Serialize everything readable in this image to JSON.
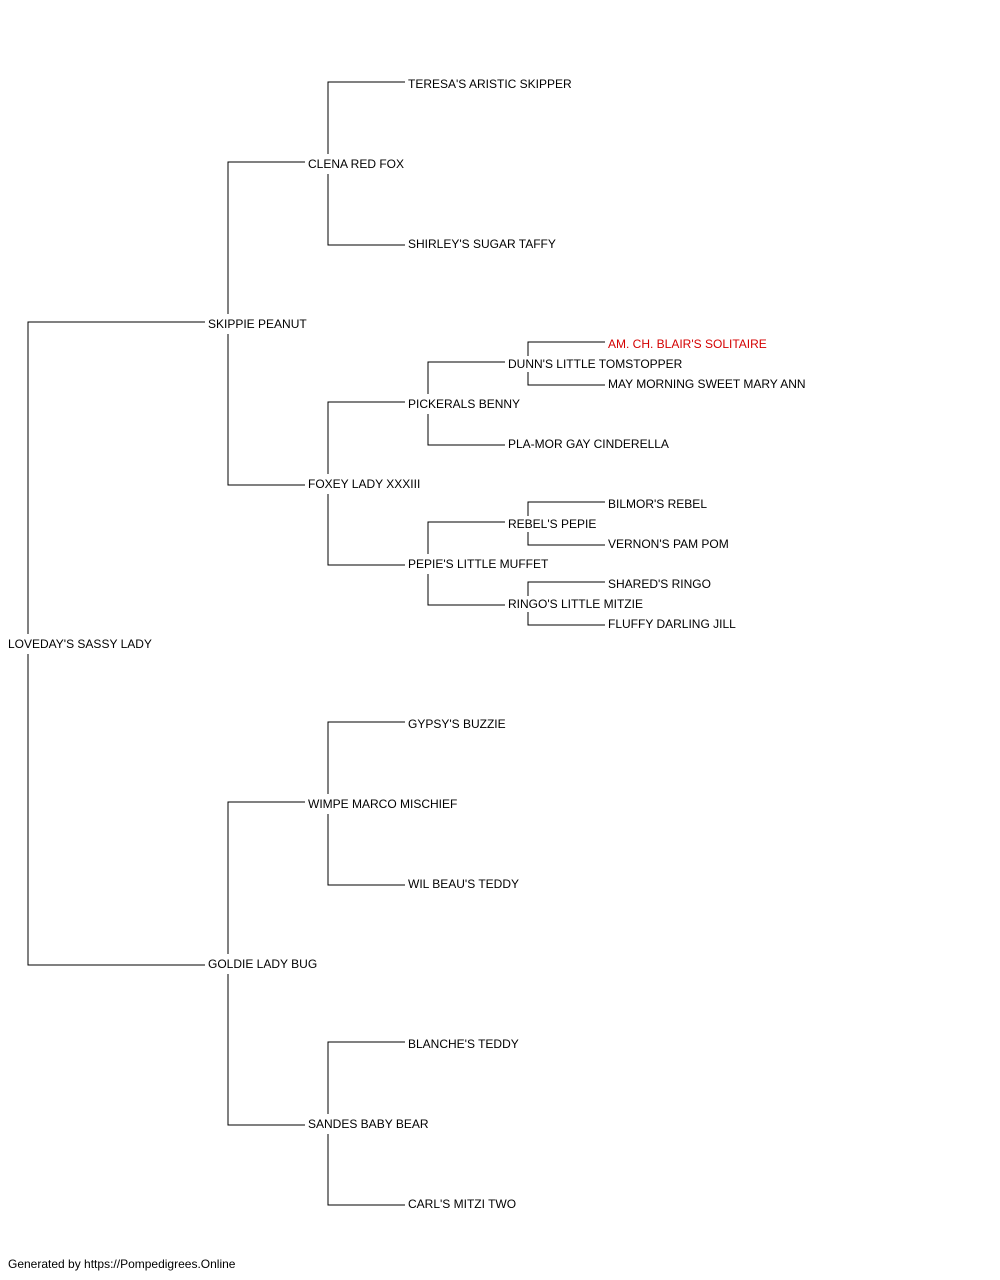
{
  "pedigree": {
    "subject": "LOVEDAY'S SASSY LADY",
    "sire": "SKIPPIE PEANUT",
    "dam": "GOLDIE LADY BUG",
    "sire_sire": "CLENA RED FOX",
    "sire_dam": "FOXEY LADY XXXIII",
    "dam_sire": "WIMPE MARCO MISCHIEF",
    "dam_dam": "SANDES BABY BEAR",
    "sire_sire_sire": "TERESA'S ARISTIC SKIPPER",
    "sire_sire_dam": "SHIRLEY'S SUGAR TAFFY",
    "sire_dam_sire": "PICKERALS BENNY",
    "sire_dam_dam": "PEPIE'S LITTLE MUFFET",
    "dam_sire_sire": "GYPSY'S BUZZIE",
    "dam_sire_dam": "WIL BEAU'S TEDDY",
    "dam_dam_sire": "BLANCHE'S TEDDY",
    "dam_dam_dam": "CARL'S MITZI TWO",
    "sdss": "DUNN'S LITTLE TOMSTOPPER",
    "sdsd": "PLA-MOR GAY CINDERELLA",
    "sdds": "REBEL'S PEPIE",
    "sddd": "RINGO'S LITTLE MITZIE",
    "sdsss": "AM. CH. BLAIR'S SOLITAIRE",
    "sdssd": "MAY MORNING SWEET MARY ANN",
    "sddss": "BILMOR'S REBEL",
    "sddsd": "VERNON'S PAM POM",
    "sddds": "SHARED'S RINGO",
    "sdddd": "FLUFFY DARLING JILL"
  },
  "highlight_color": "#d40000",
  "line_color": "#000000",
  "footer": "Generated by https://Pompedigrees.Online"
}
